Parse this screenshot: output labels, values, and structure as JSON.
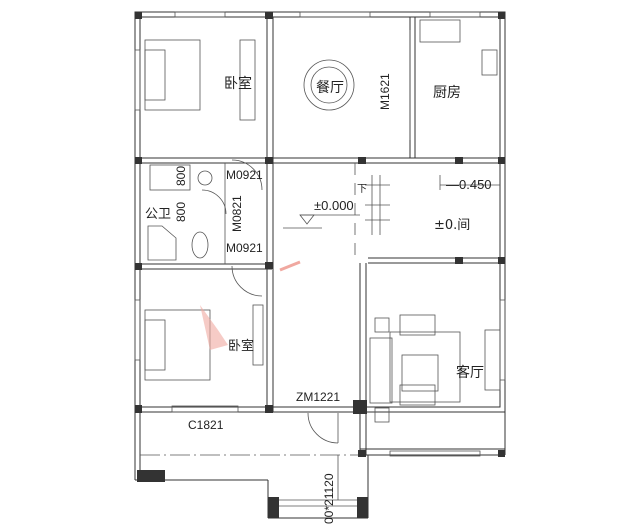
{
  "rooms": {
    "bedroom_top": "卧室",
    "dining": "餐厅",
    "kitchen": "厨房",
    "bathroom": "公卫",
    "bedroom_bottom": "卧室",
    "living": "客厅",
    "utility": "±0.间"
  },
  "doors": {
    "kitchen_door": "M1621",
    "bath_door_top": "M0921",
    "bath_door_mid": "M0821",
    "bath_door_bottom": "M0921",
    "entrance_door": "ZM1221"
  },
  "windows": {
    "bedroom_window": "C1821"
  },
  "dimensions": {
    "dim_a": "800",
    "dim_b": "800",
    "stair_dim": "00*21120"
  },
  "levels": {
    "main": "±0.000",
    "down_mark": "下",
    "lower": "—0.450"
  }
}
